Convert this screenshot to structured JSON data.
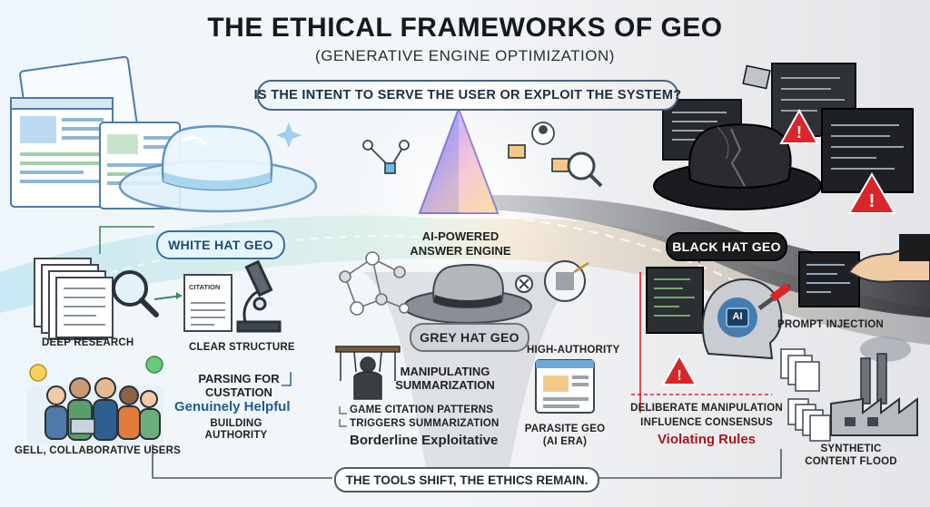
{
  "title": "THE ETHICAL FRAMEWORKS OF GEO",
  "subtitle": "(GENERATIVE ENGINE OPTIMIZATION)",
  "question": "IS THE INTENT TO SERVE THE USER OR EXPLOIT THE SYSTEM?",
  "center": {
    "line1": "AI-POWERED",
    "line2": "ANSWER ENGINE"
  },
  "white_hat": {
    "label": "WHITE HAT GEO",
    "deep_research": "DEEP RESEARCH",
    "citation_doc": "CITATION",
    "clear_structure": "CLEAR STRUCTURE",
    "parsing_line1": "PARSING FOR",
    "parsing_line2": "CUSTATION",
    "genuinely_helpful": "Genuinely Helpful",
    "building_line1": "BUILDING",
    "building_line2": "AUTHORITY",
    "users": "GELL, COLLABORATIVE USERS"
  },
  "grey_hat": {
    "label": "GREY HAT GEO",
    "manip_line1": "MANIPULATING",
    "manip_line2": "SUMMARIZATION",
    "bullet1": "GAME CITATION PATTERNS",
    "bullet2": "TRIGGERS SUMMARIZATION",
    "borderline": "Borderline Exploitative",
    "high_authority": "HIGH-AUTHORITY",
    "parasite_line1": "PARASITE GEO",
    "parasite_line2": "(AI ERA)"
  },
  "black_hat": {
    "label": "BLACK HAT GEO",
    "ai_chip": "AI",
    "prompt_injection": "PROMPT INJECTION",
    "deliberate": "DELIBERATE MANIPULATION",
    "influence": "INFLUENCE CONSENSUS",
    "violating": "Violating Rules",
    "synthetic_line1": "SYNTHETIC",
    "synthetic_line2": "CONTENT FLOOD"
  },
  "bottom": "THE TOOLS SHIFT, THE ETHICS REMAIN.",
  "colors": {
    "white_accent": "#2f6fa8",
    "grey_accent": "#6d7278",
    "black_accent": "#1c1c1f",
    "warning_red": "#d8262b",
    "helpful_blue": "#1f5c8f",
    "violating_red": "#a11a1f"
  }
}
